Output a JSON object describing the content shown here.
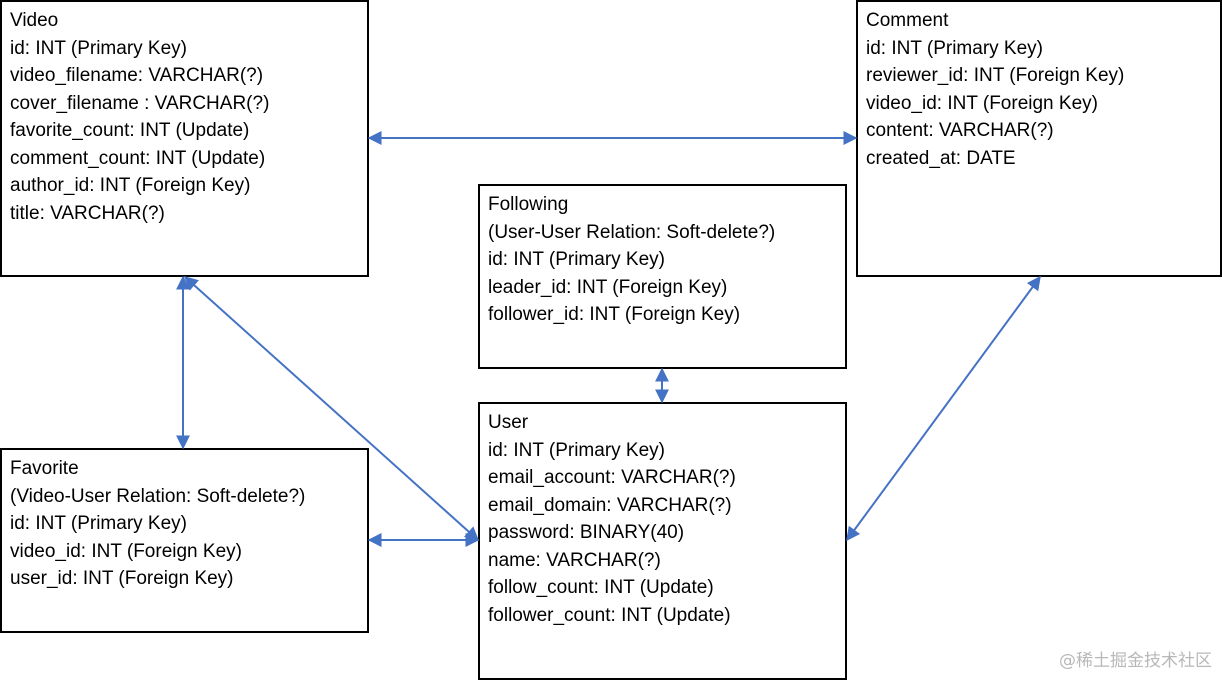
{
  "entities": {
    "video": {
      "lines": [
        "Video",
        "id: INT (Primary Key)",
        "video_filename: VARCHAR(?)",
        "cover_filename : VARCHAR(?)",
        "favorite_count: INT (Update)",
        "comment_count: INT (Update)",
        "author_id: INT (Foreign Key)",
        "title: VARCHAR(?)"
      ]
    },
    "comment": {
      "lines": [
        "Comment",
        "id: INT (Primary Key)",
        "reviewer_id: INT (Foreign Key)",
        "video_id: INT (Foreign Key)",
        "content: VARCHAR(?)",
        "created_at: DATE"
      ]
    },
    "following": {
      "lines": [
        "Following",
        "(User-User Relation: Soft-delete?)",
        "id: INT (Primary Key)",
        "leader_id: INT (Foreign Key)",
        "follower_id: INT (Foreign Key)"
      ]
    },
    "user": {
      "lines": [
        "User",
        "id: INT (Primary Key)",
        "email_account: VARCHAR(?)",
        "email_domain: VARCHAR(?)",
        "password: BINARY(40)",
        "name: VARCHAR(?)",
        "follow_count: INT (Update)",
        "follower_count: INT (Update)"
      ]
    },
    "favorite": {
      "lines": [
        "Favorite",
        "(Video-User Relation: Soft-delete?)",
        "id: INT (Primary Key)",
        "video_id: INT (Foreign Key)",
        "user_id: INT (Foreign Key)"
      ]
    }
  },
  "connectors": [
    {
      "from": "video",
      "to": "comment"
    },
    {
      "from": "video",
      "to": "favorite"
    },
    {
      "from": "video",
      "to": "user"
    },
    {
      "from": "following",
      "to": "user"
    },
    {
      "from": "favorite",
      "to": "user"
    },
    {
      "from": "comment",
      "to": "user"
    }
  ],
  "colors": {
    "connector": "#4472c4",
    "border": "#000000",
    "text": "#000000",
    "watermark": "#b8b8b8"
  },
  "watermark": "@稀土掘金技术社区"
}
